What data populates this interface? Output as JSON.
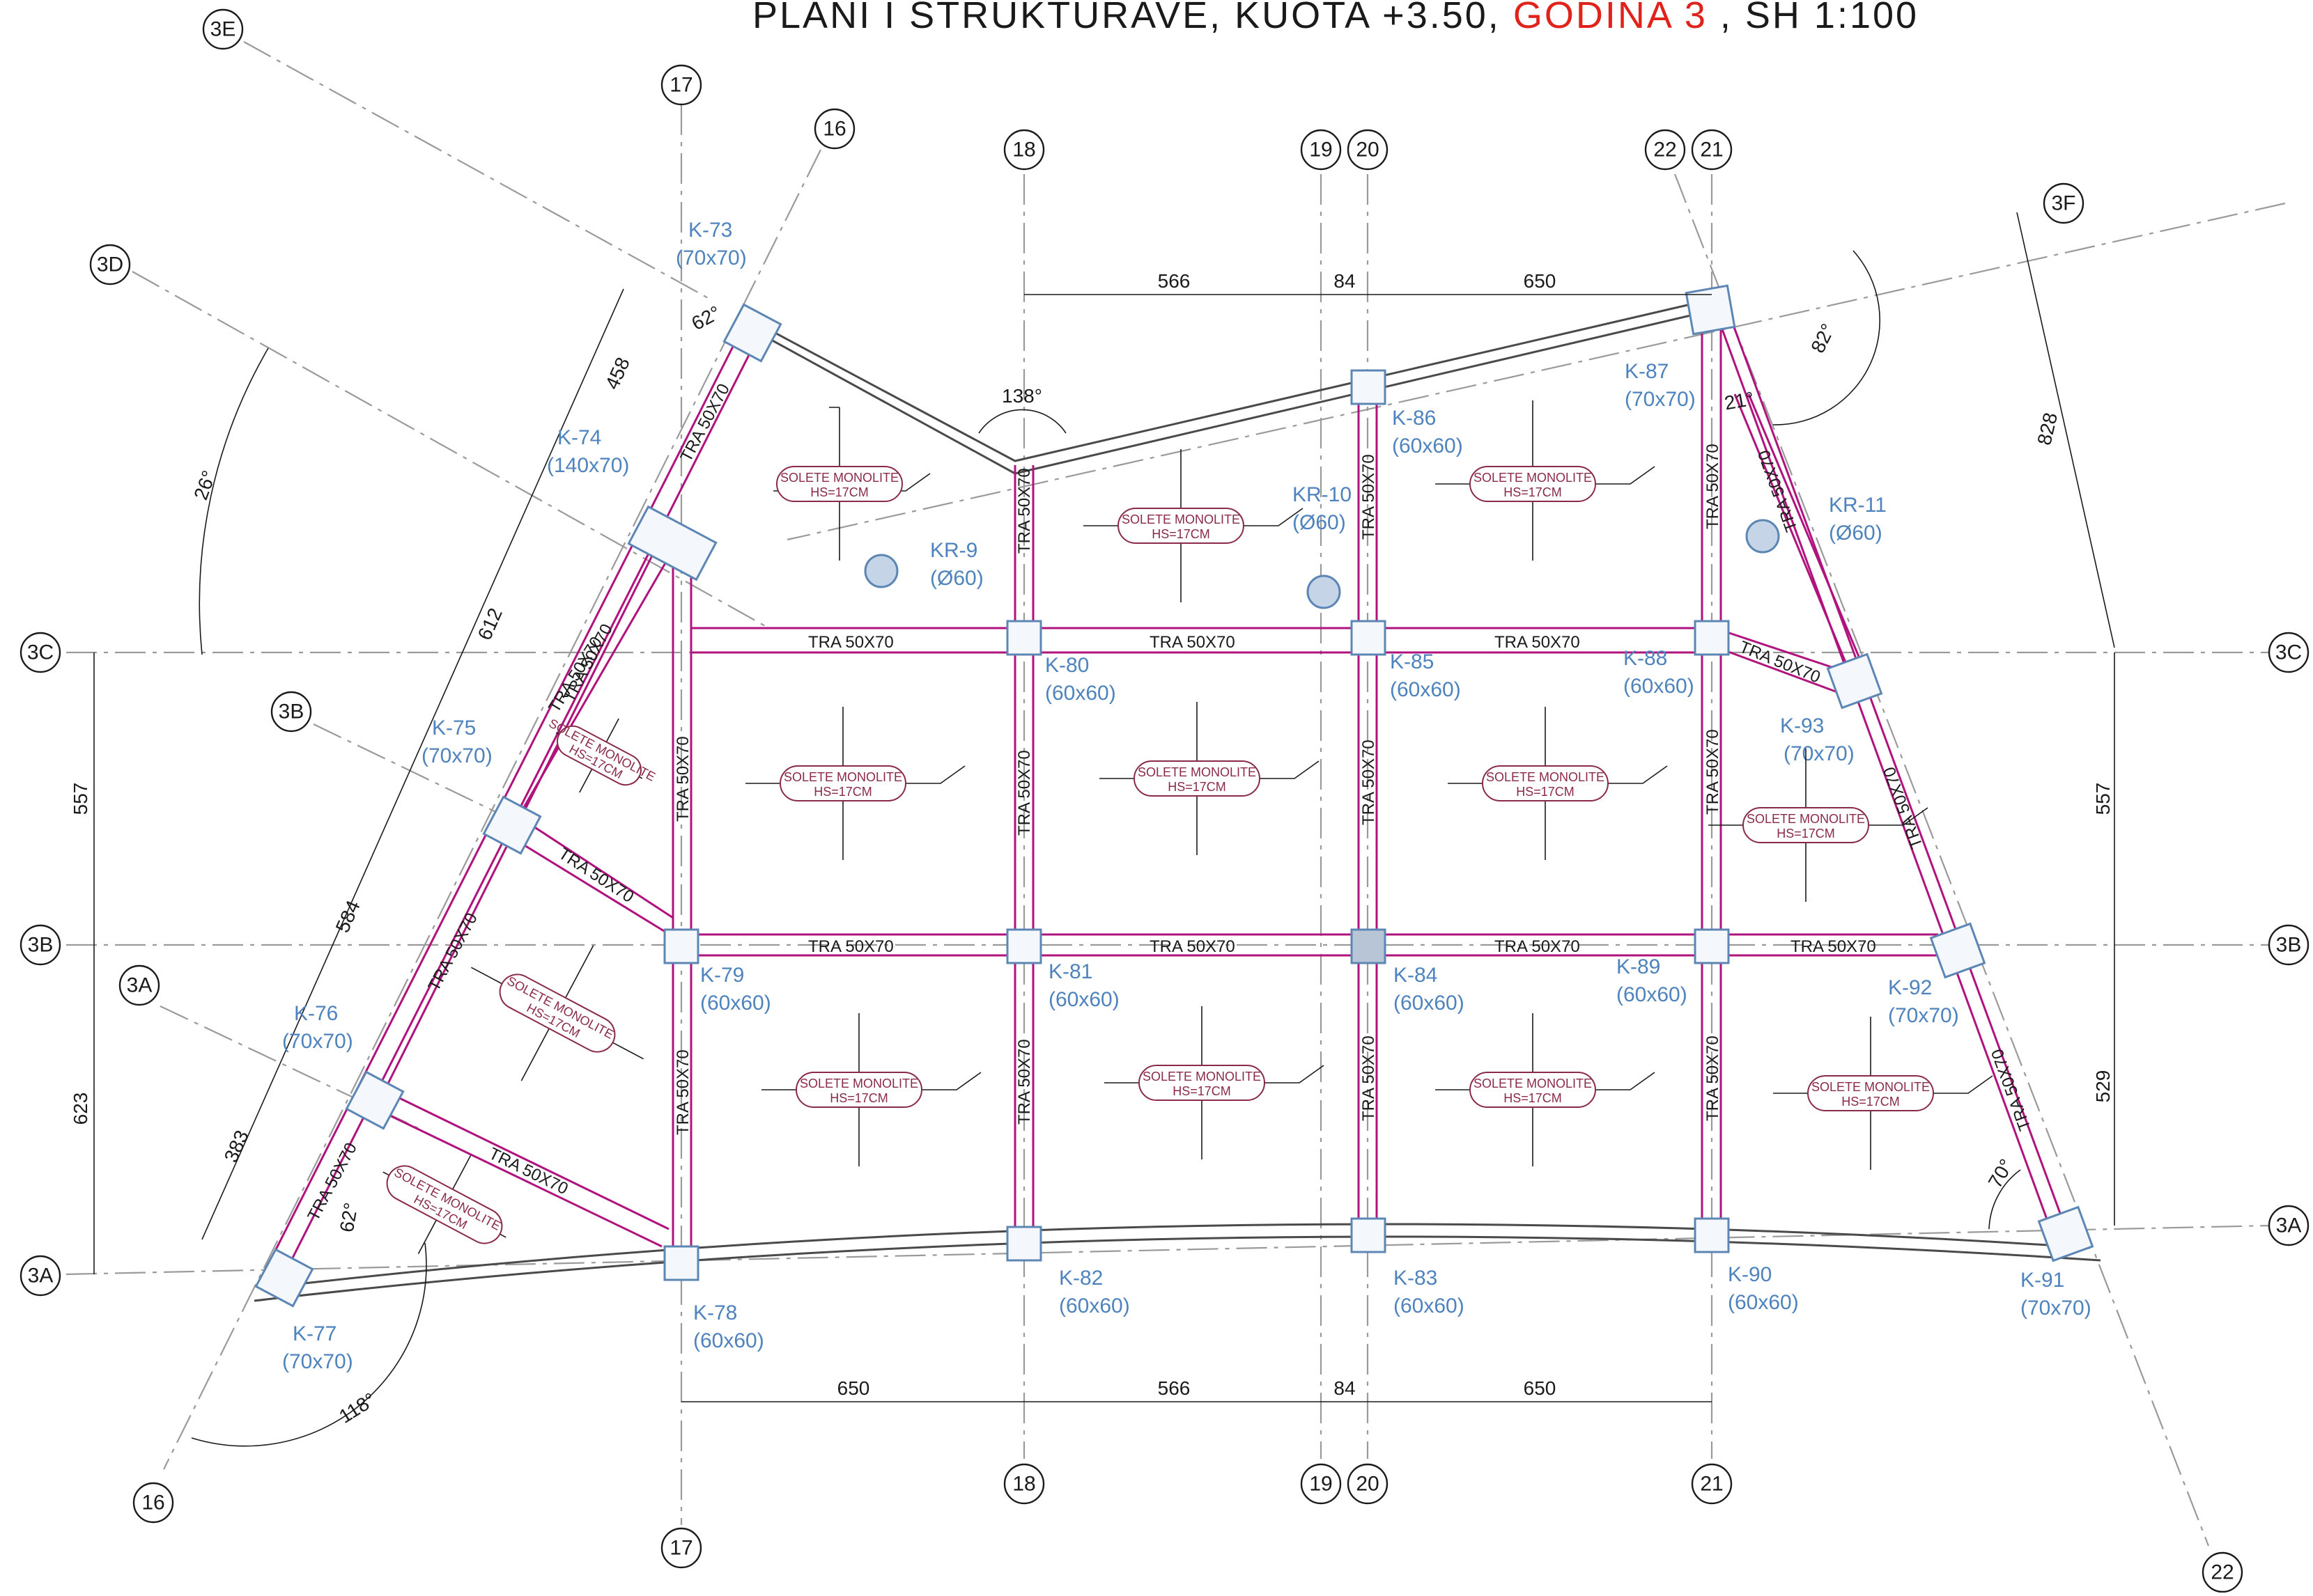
{
  "title": {
    "part1": "PLANI I STRUKTURAVE, KUOTA +3.50, ",
    "part2": "GODINA 3",
    "part3": " , SH 1:100"
  },
  "colors": {
    "beam": "#b0127e",
    "column": "#5c86b4",
    "column_label": "#4f83bd",
    "slab_label": "#8a2a4a",
    "title_accent": "#e0221b"
  },
  "grid_bubbles": {
    "g17_top": "17",
    "g17_bot": "17",
    "g18_top": "18",
    "g18_bot": "18",
    "g19_top": "19",
    "g19_bot": "19",
    "g20_top": "20",
    "g20_bot": "20",
    "g21_top": "21",
    "g21_bot": "21",
    "g22_top": "22",
    "g22_bot": "22",
    "g16_top": "16",
    "g16_bot": "16",
    "g3A_left": "3A",
    "g3A_right": "3A",
    "g3B_left": "3B",
    "g3B_right": "3B",
    "g3C_left": "3C",
    "g3C_right": "3C",
    "g3A_diag": "3A",
    "g3B_diag": "3B",
    "g3D": "3D",
    "g3E": "3E",
    "g3F": "3F"
  },
  "columns": {
    "k73": [
      "K-73",
      "(70x70)"
    ],
    "k74": [
      "K-74",
      "(140x70)"
    ],
    "k75": [
      "K-75",
      "(70x70)"
    ],
    "k76": [
      "K-76",
      "(70x70)"
    ],
    "k77": [
      "K-77",
      "(70x70)"
    ],
    "k78": [
      "K-78",
      "(60x60)"
    ],
    "k79": [
      "K-79",
      "(60x60)"
    ],
    "k80": [
      "K-80",
      "(60x60)"
    ],
    "k81": [
      "K-81",
      "(60x60)"
    ],
    "k82": [
      "K-82",
      "(60x60)"
    ],
    "k83": [
      "K-83",
      "(60x60)"
    ],
    "k84": [
      "K-84",
      "(60x60)"
    ],
    "k85": [
      "K-85",
      "(60x60)"
    ],
    "k86": [
      "K-86",
      "(60x60)"
    ],
    "k87": [
      "K-87",
      "(70x70)"
    ],
    "k88": [
      "K-88",
      "(60x60)"
    ],
    "k89": [
      "K-89",
      "(60x60)"
    ],
    "k90": [
      "K-90",
      "(60x60)"
    ],
    "k91": [
      "K-91",
      "(70x70)"
    ],
    "k92": [
      "K-92",
      "(70x70)"
    ],
    "k93": [
      "K-93",
      "(70x70)"
    ],
    "kr9": [
      "KR-9",
      "(Ø60)"
    ],
    "kr10": [
      "KR-10",
      "(Ø60)"
    ],
    "kr11": [
      "KR-11",
      "(Ø60)"
    ]
  },
  "beam_label": "TRA 50X70",
  "slab": {
    "line1": "SOLETE MONOLITE",
    "line2": "HS=17CM"
  },
  "dimensions": {
    "top_566": "566",
    "top_84": "84",
    "top_650": "650",
    "bot_650": "650",
    "bot_566": "566",
    "bot_84": "84",
    "bot_650b": "650",
    "left_557": "557",
    "left_623": "623",
    "right_557": "557",
    "right_529": "529",
    "right_828": "828",
    "diag_458": "458",
    "diag_612": "612",
    "diag_584": "584",
    "diag_383": "383"
  },
  "angles": {
    "a62_top": "62°",
    "a138": "138°",
    "a82": "82°",
    "a21": "21°",
    "a26": "26°",
    "a62_bot": "62°",
    "a118": "118°",
    "a70": "70°"
  }
}
